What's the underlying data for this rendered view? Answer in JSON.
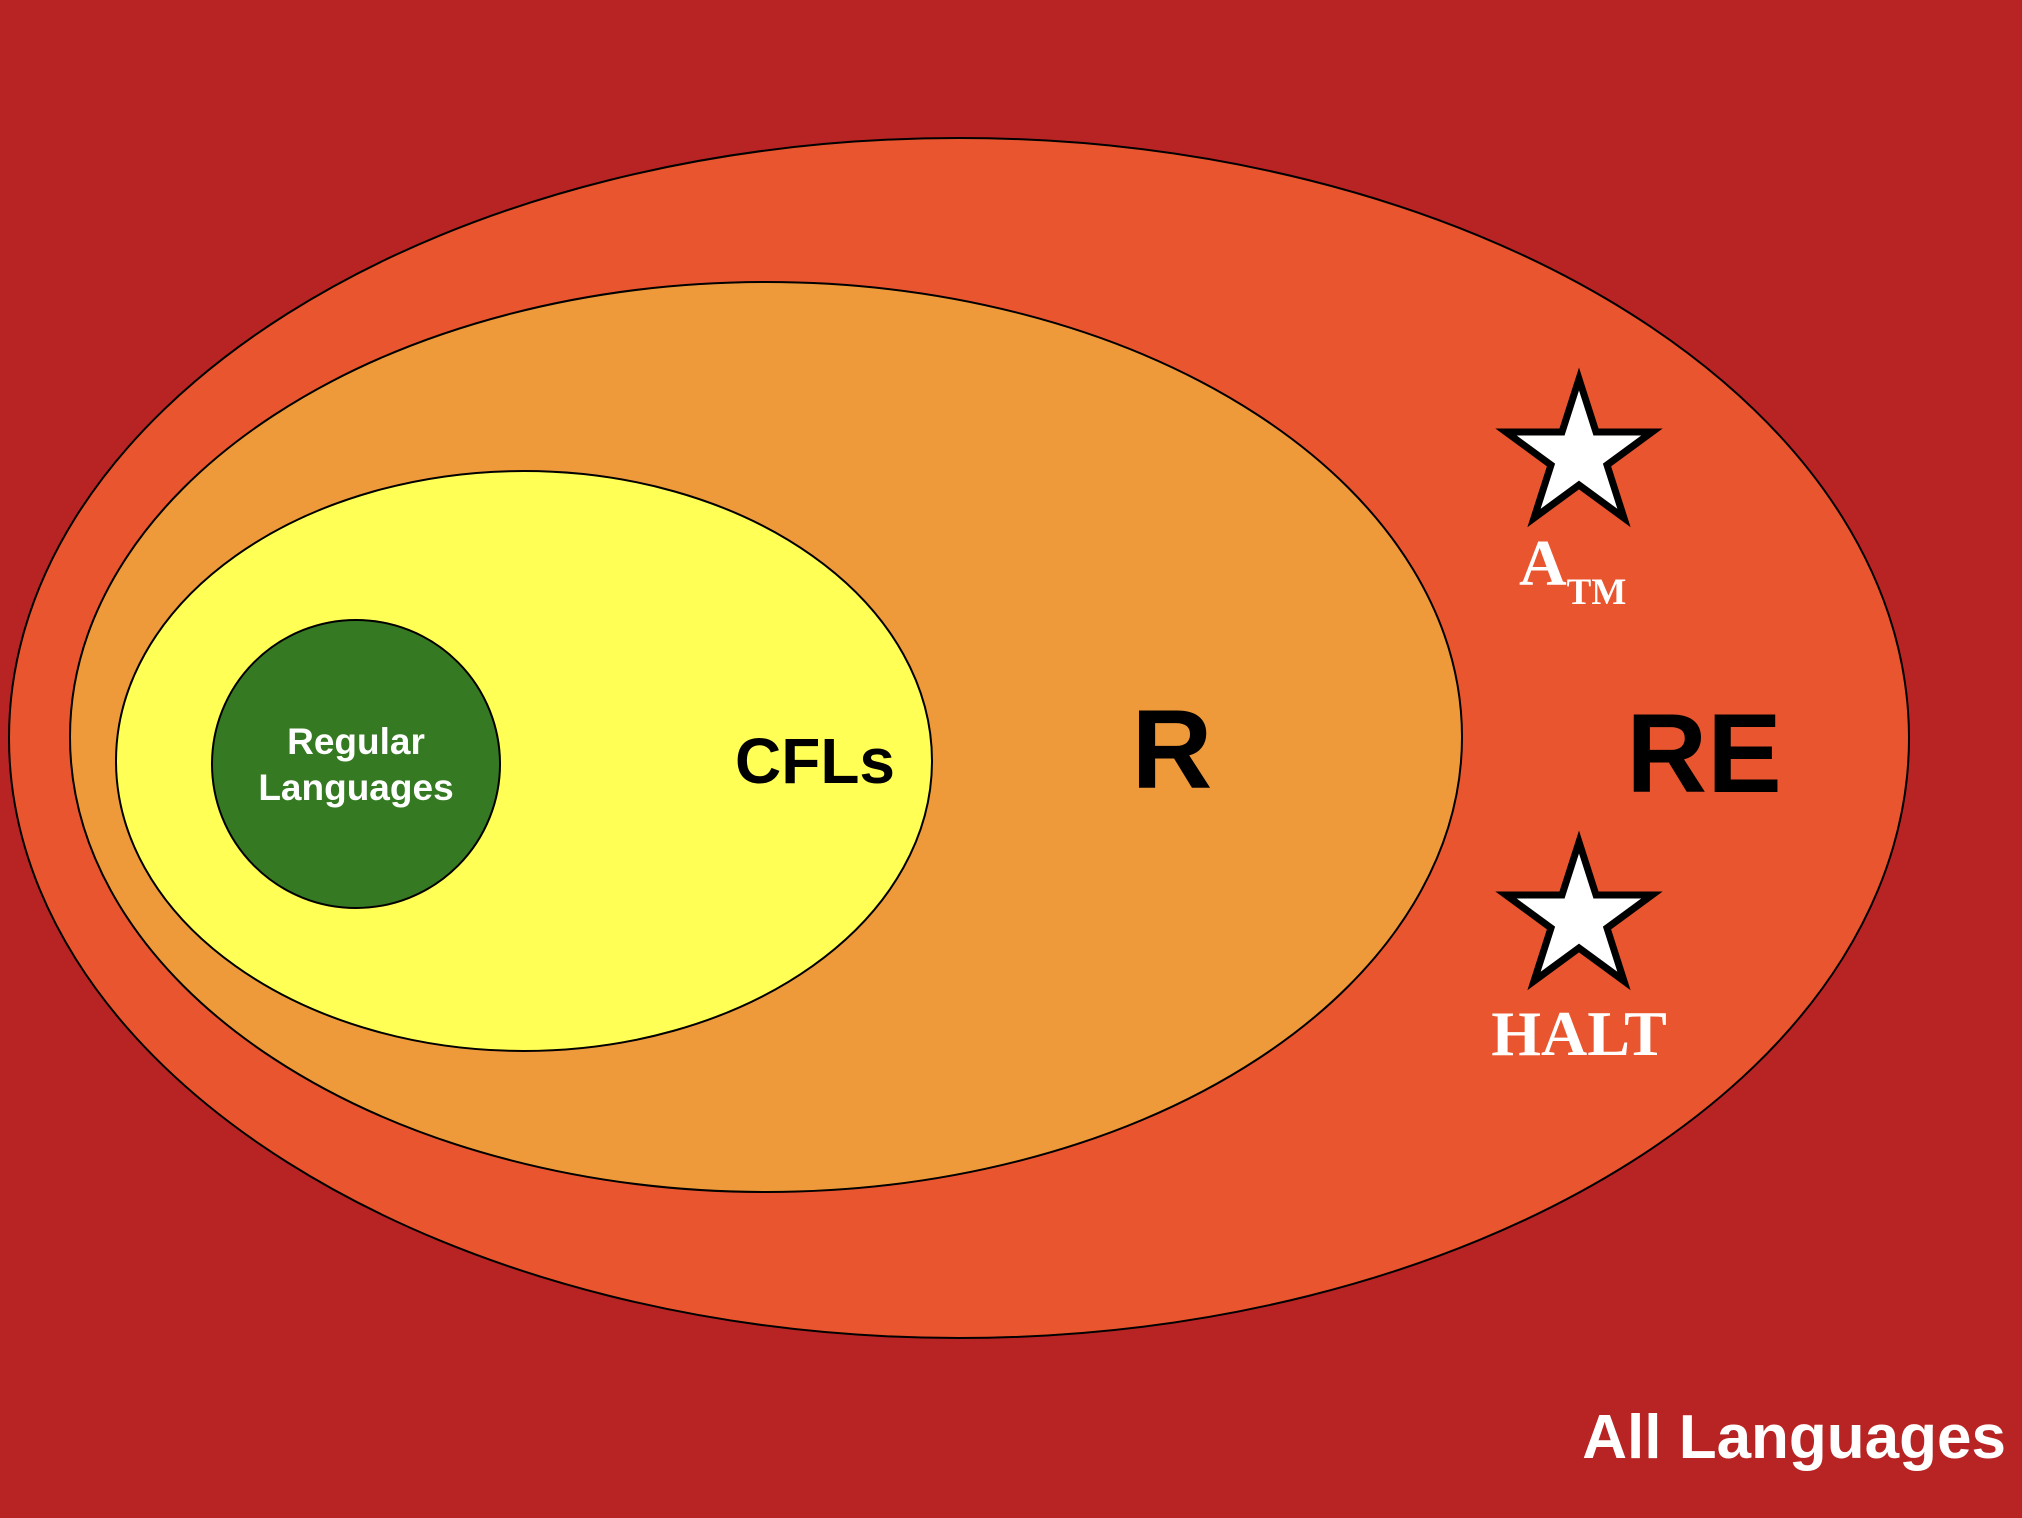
{
  "colors": {
    "background": "#B82424",
    "re_region": "#E8552E",
    "r_region": "#EF9A3A",
    "cfl_region": "#FFFF55",
    "regular_region": "#357A22",
    "star_fill": "#FFFFFF",
    "star_stroke": "#000000",
    "dark_text": "#000000",
    "light_text": "#FFFFFF"
  },
  "labels": {
    "regular_line1": "Regular",
    "regular_line2": "Languages",
    "cfls": "CFLs",
    "r": "R",
    "re": "RE",
    "atm_main": "A",
    "atm_sub": "TM",
    "halt": "HALT",
    "all_languages": "All Languages"
  },
  "icons": {
    "atm_marker": "star-icon",
    "halt_marker": "star-icon"
  }
}
